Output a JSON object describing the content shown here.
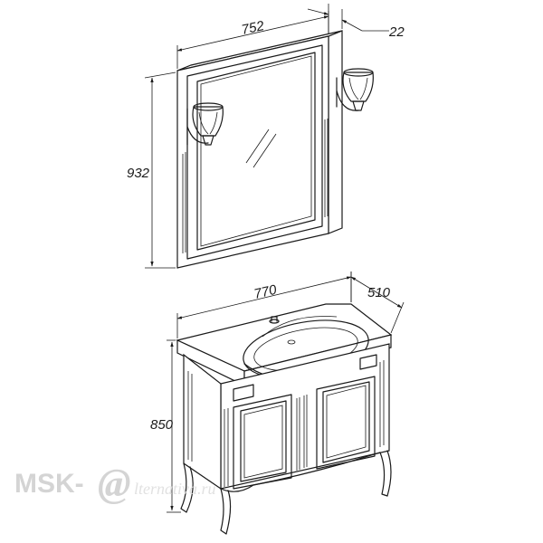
{
  "dimensions": {
    "mirror_width": "752",
    "mirror_depth": "22",
    "mirror_height": "932",
    "cabinet_width": "770",
    "cabinet_depth": "510",
    "cabinet_height": "850"
  },
  "watermark": {
    "brand": "MSK-",
    "at_sign": "@",
    "suffix": "lternativa.ru"
  },
  "colors": {
    "line": "#1a1a1a",
    "watermark": "#d0d0d0"
  }
}
